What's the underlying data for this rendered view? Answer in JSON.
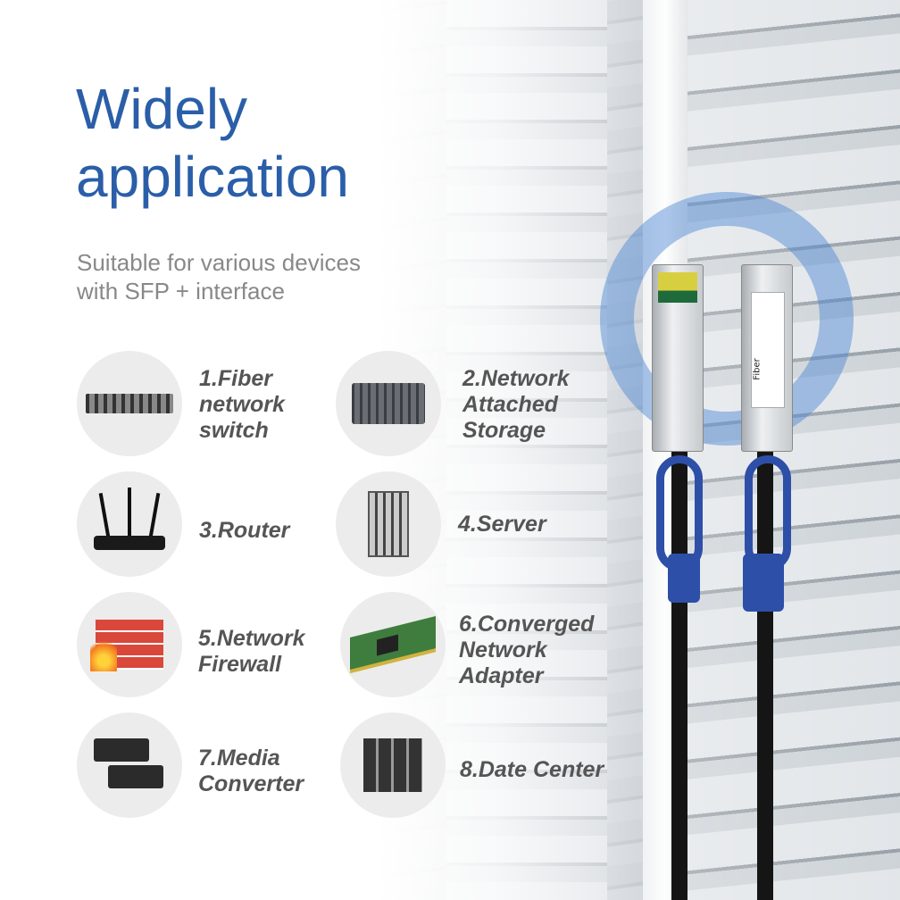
{
  "title": {
    "line1": "Widely",
    "line2": "application"
  },
  "subtitle": {
    "line1": "Suitable for various devices",
    "line2": "with SFP + interface"
  },
  "items": [
    {
      "label": "1.Fiber\nnetwork\nswitch",
      "icon": "network-switch-icon"
    },
    {
      "label": "2.Network\nAttached\nStorage",
      "icon": "nas-icon"
    },
    {
      "label": "3.Router",
      "icon": "router-icon"
    },
    {
      "label": "4.Server",
      "icon": "server-tower-icon"
    },
    {
      "label": "5.Network\nFirewall",
      "icon": "firewall-icon"
    },
    {
      "label": "6.Converged\nNetwork\nAdapter",
      "icon": "network-adapter-icon"
    },
    {
      "label": "7.Media\nConverter",
      "icon": "media-converter-icon"
    },
    {
      "label": "8.Date Center",
      "icon": "data-center-icon"
    }
  ],
  "product": {
    "module_label": "Fiber"
  },
  "colors": {
    "title": "#2a5ea8",
    "accent_blue": "#2d4fa8",
    "text": "#555555"
  }
}
